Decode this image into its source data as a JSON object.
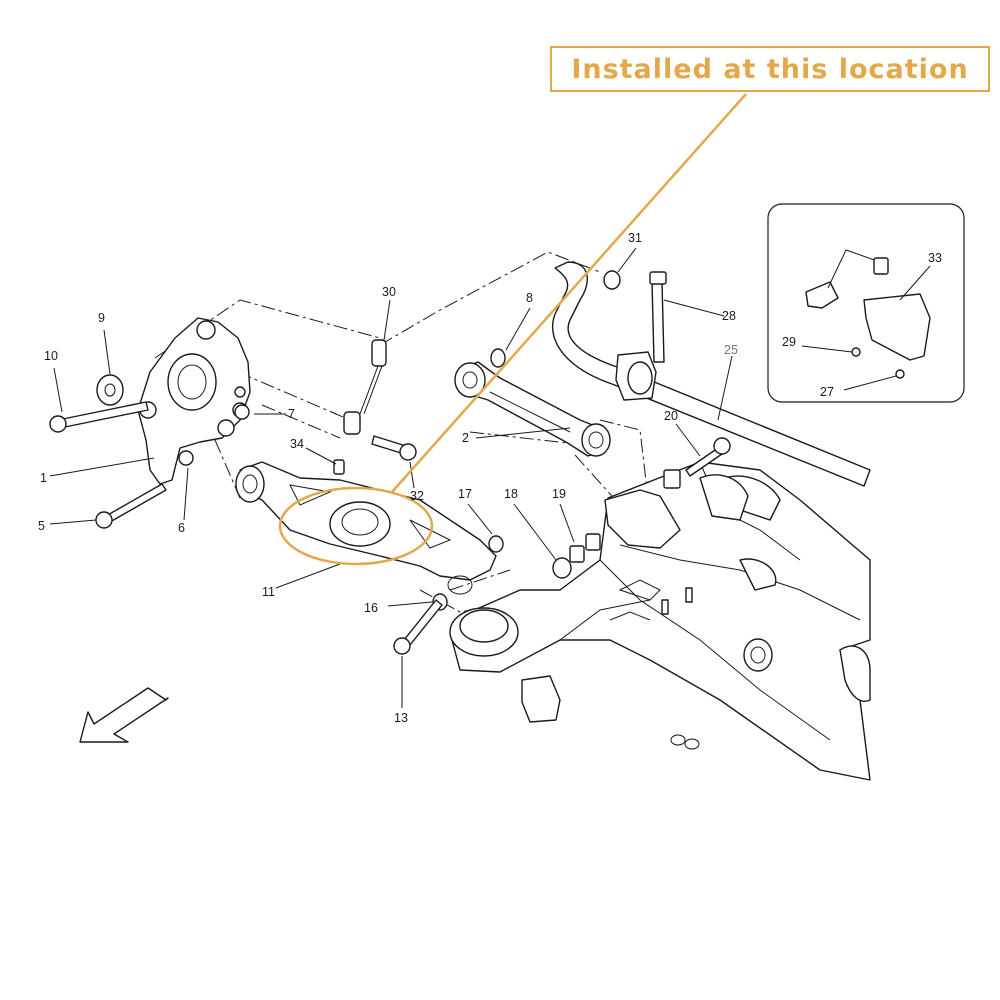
{
  "callout": {
    "text": "Installed at this location",
    "color": "#e4a84a"
  },
  "labels": [
    {
      "id": "1",
      "text": "1"
    },
    {
      "id": "2",
      "text": "2"
    },
    {
      "id": "5",
      "text": "5"
    },
    {
      "id": "6",
      "text": "6"
    },
    {
      "id": "7",
      "text": "7"
    },
    {
      "id": "8",
      "text": "8"
    },
    {
      "id": "9",
      "text": "9"
    },
    {
      "id": "10",
      "text": "10"
    },
    {
      "id": "11",
      "text": "11"
    },
    {
      "id": "13",
      "text": "13"
    },
    {
      "id": "16",
      "text": "16"
    },
    {
      "id": "17",
      "text": "17"
    },
    {
      "id": "18",
      "text": "18"
    },
    {
      "id": "19",
      "text": "19"
    },
    {
      "id": "20",
      "text": "20"
    },
    {
      "id": "25",
      "text": "25"
    },
    {
      "id": "27",
      "text": "27"
    },
    {
      "id": "28",
      "text": "28"
    },
    {
      "id": "29",
      "text": "29"
    },
    {
      "id": "30",
      "text": "30"
    },
    {
      "id": "31",
      "text": "31"
    },
    {
      "id": "32",
      "text": "32"
    },
    {
      "id": "33",
      "text": "33"
    },
    {
      "id": "34",
      "text": "34"
    }
  ]
}
